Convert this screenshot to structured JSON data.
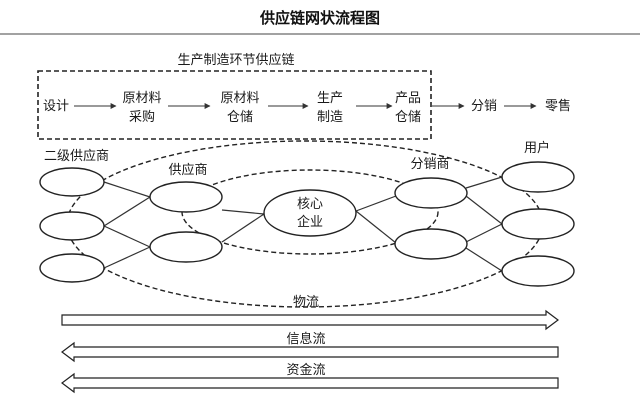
{
  "title": "供应链网状流程图",
  "manufacturing_box": {
    "label": "生产制造环节供应链"
  },
  "process_steps": [
    {
      "line1": "设计",
      "line2": ""
    },
    {
      "line1": "原材料",
      "line2": "采购"
    },
    {
      "line1": "原材料",
      "line2": "仓储"
    },
    {
      "line1": "生产",
      "line2": "制造"
    },
    {
      "line1": "产品",
      "line2": "仓储"
    },
    {
      "line1": "分销",
      "line2": ""
    },
    {
      "line1": "零售",
      "line2": ""
    }
  ],
  "network": {
    "secondary_supplier_label": "二级供应商",
    "supplier_label": "供应商",
    "core": {
      "line1": "核心",
      "line2": "企业"
    },
    "distributor_label": "分销商",
    "user_label": "用户"
  },
  "flows": [
    {
      "label": "物流",
      "direction": "right"
    },
    {
      "label": "信息流",
      "direction": "left"
    },
    {
      "label": "资金流",
      "direction": "left"
    }
  ]
}
